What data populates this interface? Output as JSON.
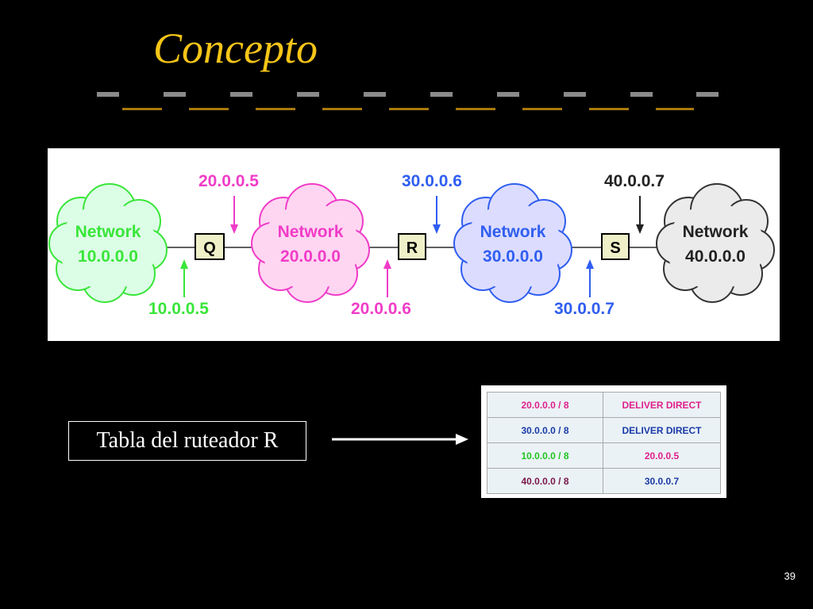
{
  "slide": {
    "title": "Concepto",
    "number": "39"
  },
  "colors": {
    "title": "#f5c518",
    "green": "#39e639",
    "magenta": "#f03cc8",
    "blue": "#2f5ef0",
    "dark": "#222222",
    "red_text": "#e0208c",
    "purple_text": "#7a1648"
  },
  "diagram": {
    "networks": [
      {
        "label": "Network",
        "address": "10.0.0.0",
        "color": "green"
      },
      {
        "label": "Network",
        "address": "20.0.0.0",
        "color": "magenta"
      },
      {
        "label": "Network",
        "address": "30.0.0.0",
        "color": "blue"
      },
      {
        "label": "Network",
        "address": "40.0.0.0",
        "color": "dark"
      }
    ],
    "routers": [
      "Q",
      "R",
      "S"
    ],
    "addresses": [
      "20.0.0.5",
      "10.0.0.5",
      "30.0.0.6",
      "20.0.0.6",
      "40.0.0.7",
      "30.0.0.7"
    ]
  },
  "caption": "Tabla del ruteador R",
  "routing_table": {
    "rows": [
      {
        "destination": "20.0.0.0 / 8",
        "route": "DELIVER DIRECT"
      },
      {
        "destination": "30.0.0.0 / 8",
        "route": "DELIVER DIRECT"
      },
      {
        "destination": "10.0.0.0 / 8",
        "route": "20.0.0.5"
      },
      {
        "destination": "40.0.0.0 / 8",
        "route": "30.0.0.7"
      }
    ]
  }
}
